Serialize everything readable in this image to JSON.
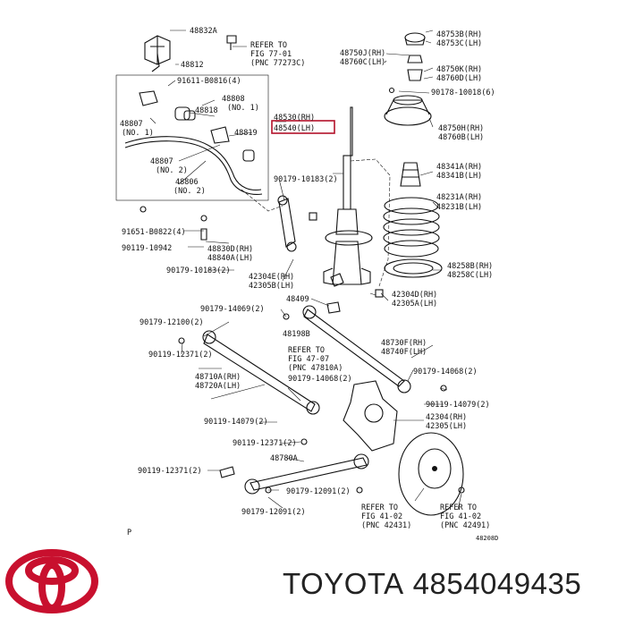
{
  "labels": {
    "l48832a": "48832A",
    "lrefer77": "REFER TO",
    "lfig77": "FIG 77-01",
    "lpnc77": "(PNC 77273C)",
    "l48812": "48812",
    "l91611": "91611-B0816(4)",
    "l48808": "48808",
    "l48808no1": "(NO. 1)",
    "l48818": "48818",
    "l48807a": "48807",
    "l48807no1": "(NO. 1)",
    "l48819": "48819",
    "l48807b": "48807",
    "l48807no2": "(NO. 2)",
    "l48806": "48806",
    "l48806no2": "(NO. 2)",
    "l48530": "48530(RH)",
    "l48540": "48540(LH)",
    "l90179_10183a": "90179-10183(2)",
    "l91651": "91651-B0822(4)",
    "l90119_10942": "90119-10942",
    "l48830d": "48830D(RH)",
    "l48840a": "48840A(LH)",
    "l90179_10183b": "90179-10183(2)",
    "l42304e": "42304E(RH)",
    "l42305b": "42305B(LH)",
    "l48409": "48409",
    "l90179_14069": "90179-14069(2)",
    "l90179_12100": "90179-12100(2)",
    "l48198b": "48198B",
    "l90119_12371a": "90119-12371(2)",
    "lrefer47": "REFER TO",
    "lfig47": "FIG 47-07",
    "lpnc47": "(PNC 47810A)",
    "l48710a": "48710A(RH)",
    "l48720a": "48720A(LH)",
    "l90179_14068a": "90179-14068(2)",
    "l90119_14079a": "90119-14079(2)",
    "l90119_12371b": "90119-12371(2)",
    "l48780a": "48780A",
    "l90119_12371c": "90119-12371(2)",
    "l90179_12091a": "90179-12091(2)",
    "l90179_12091b": "90179-12091(2)",
    "l48753b": "48753B(RH)",
    "l48753c": "48753C(LH)",
    "l48750j": "48750J(RH)",
    "l48760c": "48760C(LH)",
    "l48750k": "48750K(RH)",
    "l48760d": "48760D(LH)",
    "l90178_10018": "90178-10018(6)",
    "l48750h": "48750H(RH)",
    "l48760b": "48760B(LH)",
    "l48341a": "48341A(RH)",
    "l48341b": "48341B(LH)",
    "l48231a": "48231A(RH)",
    "l48231b": "48231B(LH)",
    "l48258b": "48258B(RH)",
    "l48258c": "48258C(LH)",
    "l42304d": "42304D(RH)",
    "l42305a": "42305A(LH)",
    "l48730f": "48730F(RH)",
    "l48740f": "48740F(LH)",
    "l90179_14068b": "90179-14068(2)",
    "l90119_14079b": "90119-14079(2)",
    "l42304": "42304(RH)",
    "l42305": "42305(LH)",
    "lrefer41a": "REFER TO",
    "lfig41a": "FIG 41-02",
    "lpnc41a": "(PNC 42431)",
    "lrefer41b": "REFER TO",
    "lfig41b": "FIG 41-02",
    "lpnc41b": "(PNC 42491)",
    "lp": "P",
    "lcode": "48208D"
  },
  "brand": {
    "name": "TOYOTA",
    "part_number": "4854049435"
  },
  "colors": {
    "highlight": "#b3122a",
    "logo": "#c8102e",
    "ink": "#111111"
  },
  "icons": {
    "logo": "toyota-logo-icon"
  }
}
